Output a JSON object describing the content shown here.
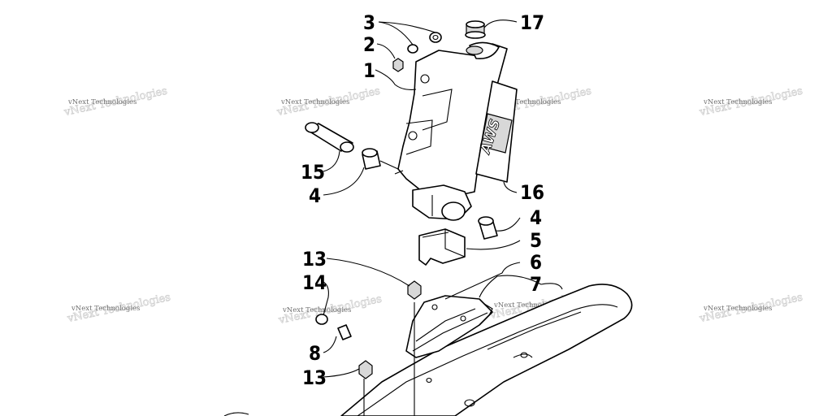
{
  "watermark": {
    "text": "vNext Technologies",
    "ghost_text": "vNext Technologies"
  },
  "callouts": {
    "c3": "3",
    "c2": "2",
    "c1": "1",
    "c17": "17",
    "c15": "15",
    "c4a": "4",
    "c16": "16",
    "c4b": "4",
    "c5": "5",
    "c13a": "13",
    "c6": "6",
    "c7": "7",
    "c14": "14",
    "c8": "8",
    "c13b": "13"
  },
  "decal": {
    "logo_text": "AWS"
  }
}
